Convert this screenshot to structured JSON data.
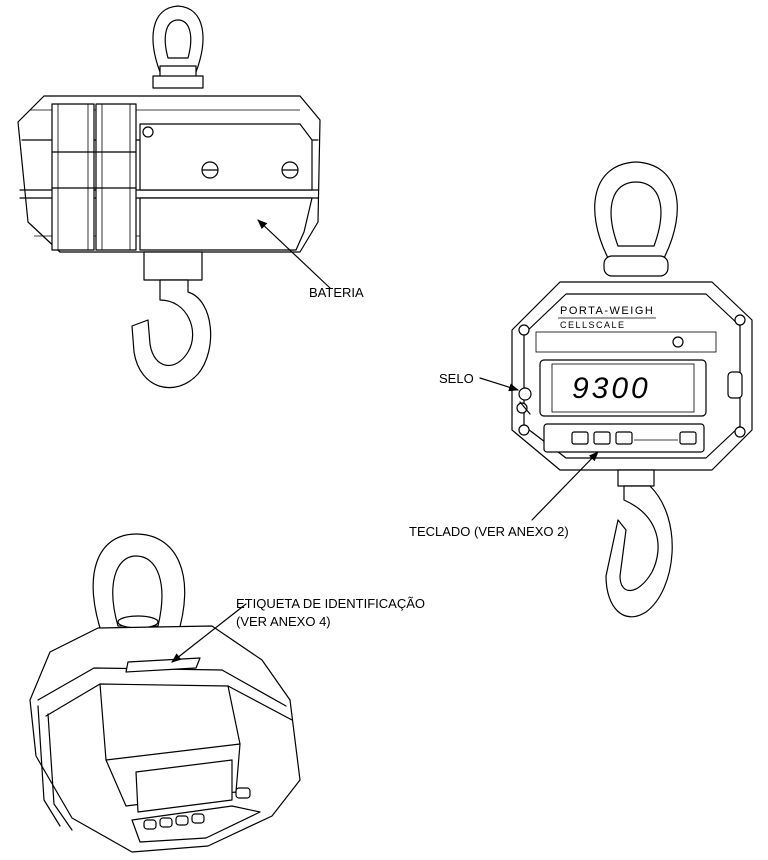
{
  "labels": {
    "bateria": "BATERIA",
    "selo": "SELO",
    "teclado": "TECLADO (VER ANEXO 2)",
    "etiqueta_line1": "ETIQUETA DE IDENTIFICAÇÃO",
    "etiqueta_line2": "(VER ANEXO 4)"
  },
  "device": {
    "brand_top": "PORTA-WEIGH",
    "brand_bottom": "CELLSCALE",
    "display_value": "9300"
  }
}
